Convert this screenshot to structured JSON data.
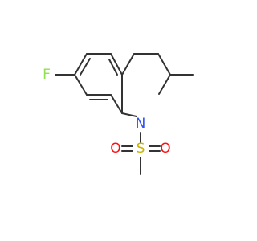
{
  "molecule": {
    "atoms": {
      "fluorine": {
        "symbol": "F",
        "color": "#90e050"
      },
      "nitrogen": {
        "symbol": "N",
        "color": "#3050f8"
      },
      "sulfur": {
        "symbol": "S",
        "color": "#c8b400"
      },
      "oxygen_left": {
        "symbol": "O",
        "color": "#ff0d0d"
      },
      "oxygen_right": {
        "symbol": "O",
        "color": "#ff0d0d"
      }
    },
    "bond_color": "#333333"
  }
}
